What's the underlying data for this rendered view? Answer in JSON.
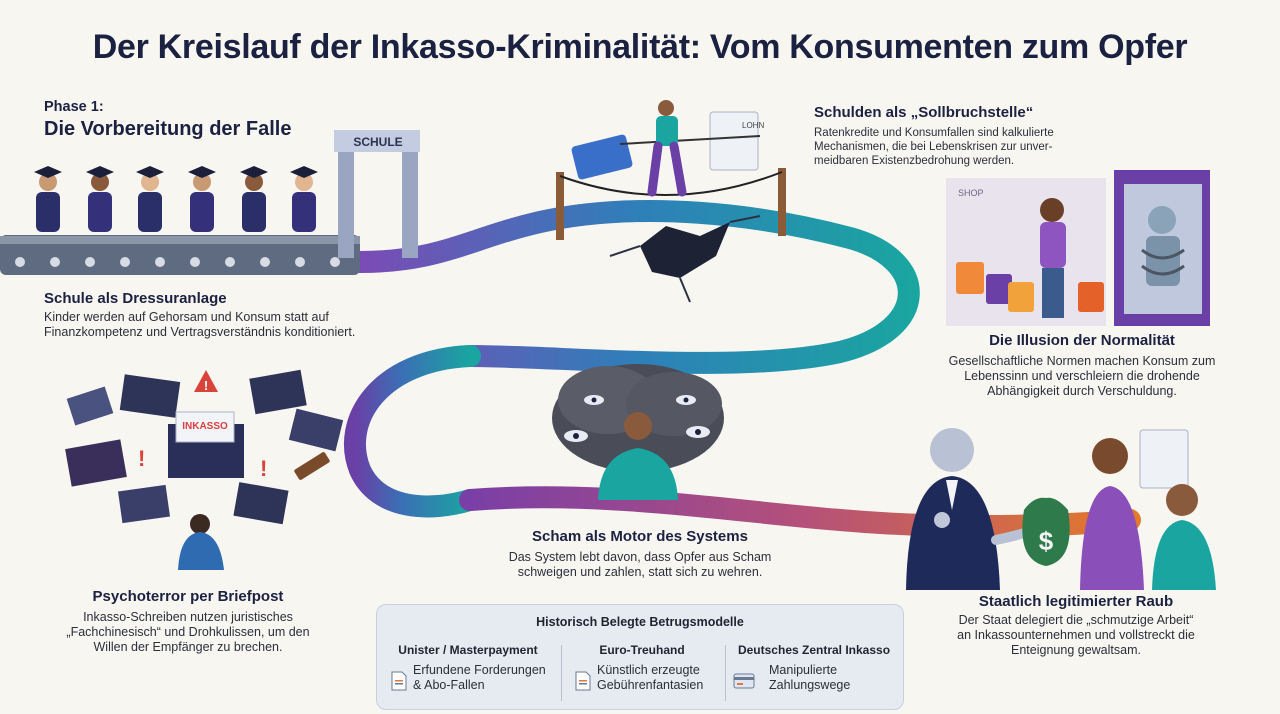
{
  "title": "Der Kreislauf der Inkasso-Kriminalität: Vom Konsumenten zum Opfer",
  "phase": {
    "label": "Phase 1:",
    "title": "Die Vorbereitung der Falle"
  },
  "school_sign": "SCHULE",
  "sections": {
    "schule": {
      "title": "Schule als Dressuranlage",
      "text": [
        "Kinder werden auf Gehorsam und Konsum statt auf",
        "Finanzkompetenz und Vertragsverständnis konditioniert."
      ]
    },
    "schulden": {
      "title": "Schulden als „Sollbruchstelle“",
      "text": [
        "Ratenkredite und Konsumfallen sind kalkulierte",
        "Mechanismen, die bei Lebenskrisen zur unver-",
        "meidbaren Existenzbedrohung werden."
      ]
    },
    "illusion": {
      "title": "Die Illusion der Normalität",
      "text": [
        "Gesellschaftliche Normen machen Konsum zum",
        "Lebenssinn und verschleiern die drohende",
        "Abhängigkeit durch Verschuldung."
      ]
    },
    "scham": {
      "title": "Scham als Motor des Systems",
      "text": [
        "Das System lebt davon, dass Opfer aus Scham",
        "schweigen und zahlen, statt sich zu wehren."
      ]
    },
    "psychoterror": {
      "title": "Psychoterror per Briefpost",
      "text": [
        "Inkasso-Schreiben nutzen juristisches",
        "„Fachchinesisch“ und Drohkulissen, um den",
        "Willen der Empfänger zu brechen."
      ]
    },
    "raub": {
      "title": "Staatlich legitimierter Raub",
      "text": [
        "Der Staat delegiert die „schmutzige Arbeit“",
        "an Inkassounternehmen und vollstreckt die",
        "Enteignung gewaltsam."
      ]
    }
  },
  "illustration_labels": {
    "inkasso": "INKASSO",
    "lohn": "LOHN",
    "shop": "SHOP",
    "dollar": "$"
  },
  "panel": {
    "title": "Historisch Belegte Betrugsmodelle",
    "columns": [
      {
        "name": "Unister / Masterpayment",
        "items": [
          "Erfundene Forderungen",
          "& Abo-Fallen"
        ],
        "icon": "document-icon"
      },
      {
        "name": "Euro-Treuhand",
        "items": [
          "Künstlich erzeugte",
          "Gebührenfantasien"
        ],
        "icon": "document-icon"
      },
      {
        "name": "Deutsches Zentral Inkasso",
        "items": [
          "Manipulierte",
          "Zahlungswege"
        ],
        "icon": "credit-card-icon"
      }
    ]
  },
  "colors": {
    "navy": "#1b2140",
    "teal": "#1aa5a0",
    "purple": "#6a3fa6",
    "orange": "#e47a2a"
  }
}
